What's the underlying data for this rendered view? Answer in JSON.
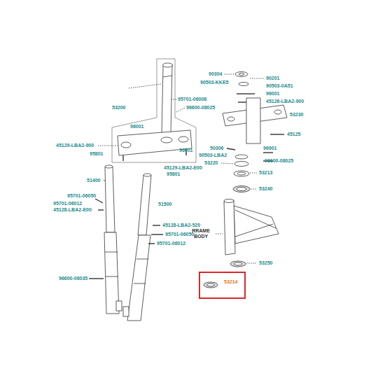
{
  "diagram": {
    "nodes": [
      {
        "text": [
          "53214"
        ]
      }
    ],
    "labels": [
      "53200",
      "95701-06008",
      "96600-08025",
      "96001",
      "45129-LBA2-900",
      "95801",
      "96001",
      "45129-LBA2-E00",
      "95801",
      "51400",
      "51500",
      "95701-06050",
      "95701-06012",
      "45128-LBA2-E00",
      "45128-LBA2-520",
      "95701-06050",
      "95701-06012",
      "96600-06035",
      "90304",
      "90201",
      "90503-KKE5",
      "90503-0A51",
      "96001",
      "45126-LBA2-900",
      "53230",
      "45125",
      "50306",
      "96901",
      "90503-LBA2",
      "96600-08025",
      "53220",
      "53213",
      "53240",
      "RRAME BODY",
      "53250"
    ]
  }
}
